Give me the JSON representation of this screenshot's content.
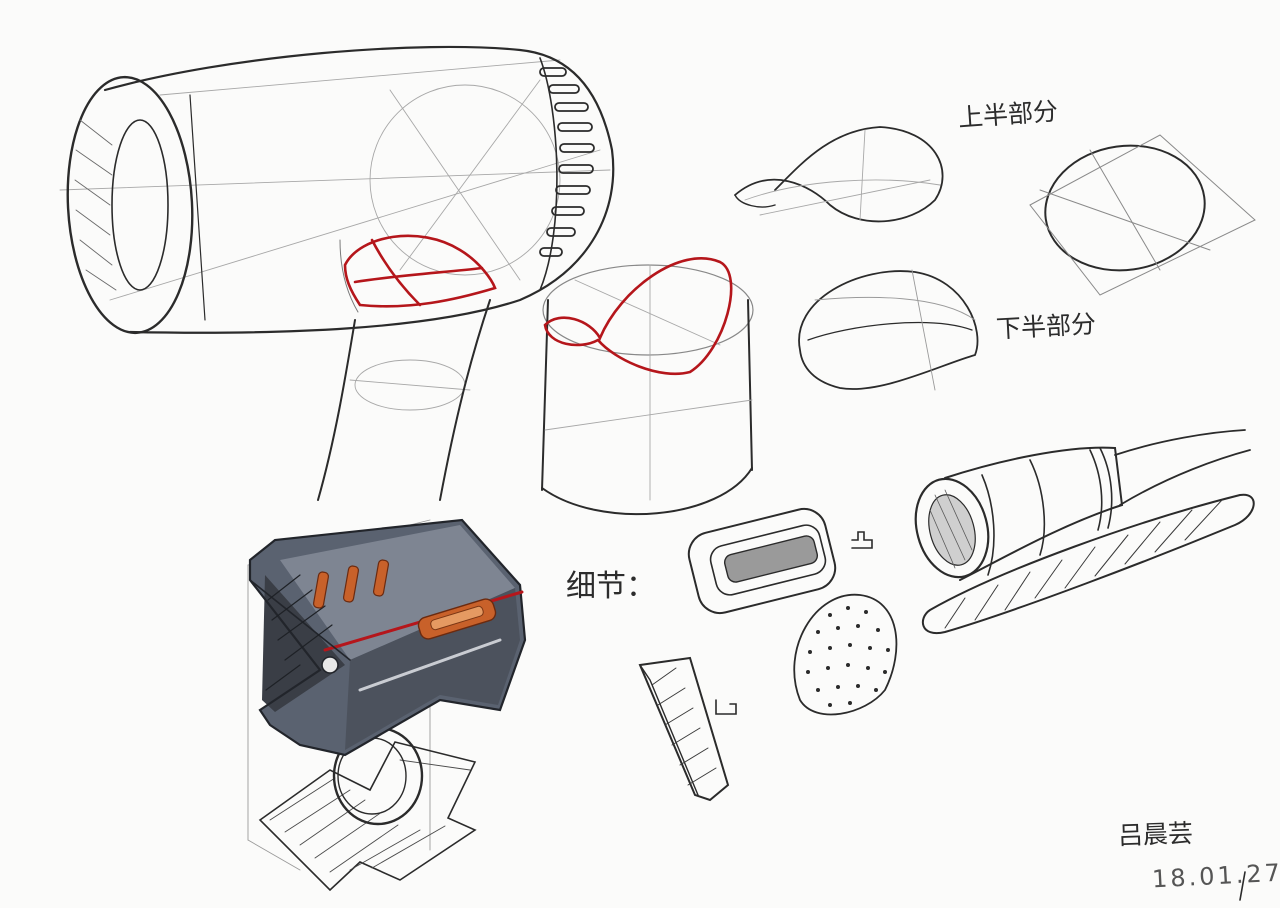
{
  "labels": {
    "upper_half": "上半部分",
    "lower_half": "下半部分",
    "details": "细节：",
    "author": "吕晨芸",
    "date": "18.01.27"
  },
  "colors": {
    "paper": "#fbfbfa",
    "pencil": "#2b2b2b",
    "construction": "#9a9a9a",
    "accent_red": "#b5161b",
    "marker_gray": "#5a6270",
    "marker_dark": "#2f333b",
    "copper": "#c8612a"
  },
  "icons": [
    "hair-dryer-sketch",
    "cylinder-sketch",
    "upper-half-form",
    "lower-half-form",
    "ellipse-construction",
    "handle-attachment-render",
    "slot-button-detail",
    "perforated-grille-detail",
    "nozzle-cord-detail",
    "switch-detail"
  ]
}
